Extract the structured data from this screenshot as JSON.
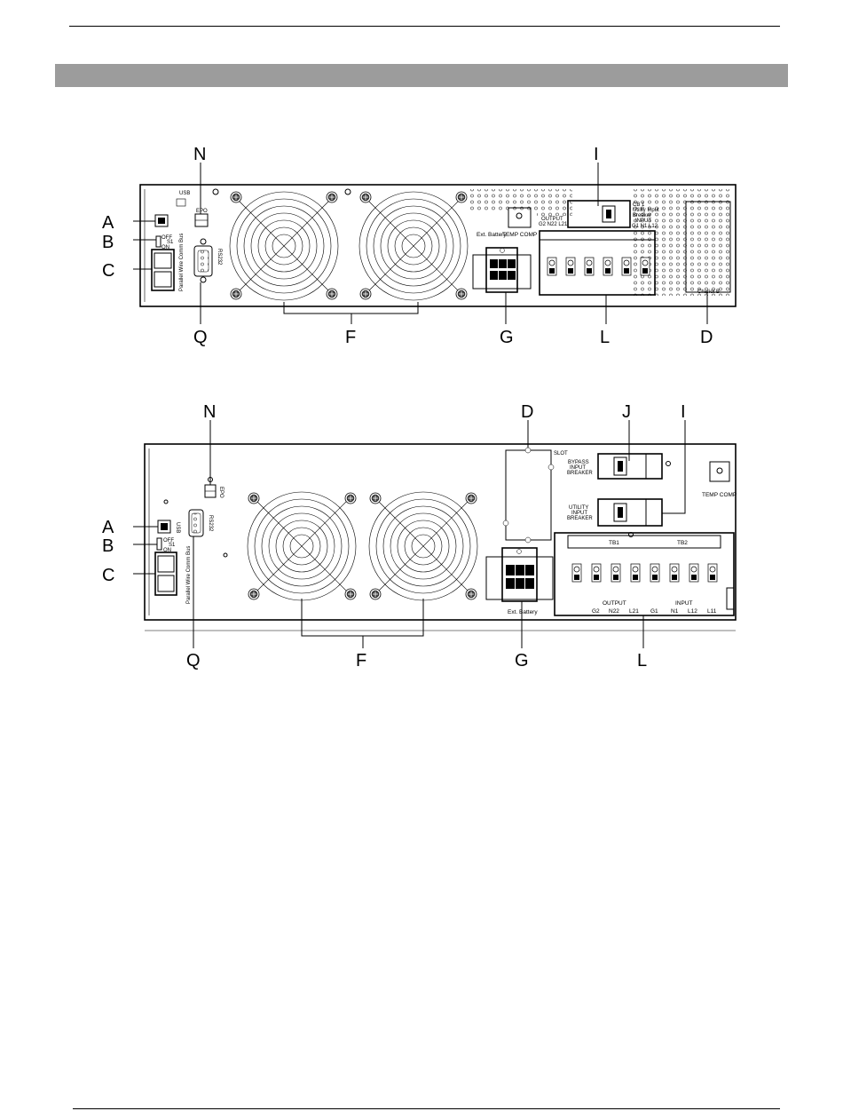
{
  "diagram_top": {
    "callouts": {
      "A": "A",
      "B": "B",
      "C": "C",
      "N": "N",
      "Q": "Q",
      "F": "F",
      "G": "G",
      "L": "L",
      "I": "I",
      "D": "D"
    },
    "labels": {
      "usb": "USB",
      "epo": "EPO",
      "rs232": "RS232",
      "switch_off": "OFF",
      "switch_s1": "S1",
      "switch_on": "ON",
      "parallel": "Parallel Wire Comm Bus",
      "ext_battery": "Ext. Battery",
      "temp_comp": "TEMP COMP",
      "output_title": "OUTPUT",
      "output_terminals": "G2  N22  L21",
      "input_title": "INPUT",
      "input_terminals": "G1   N1   L12",
      "cb1_line1": "CB 1",
      "cb1_line2": "Utility Input",
      "cb1_line3": "Breaker",
      "chariot": "Chariot B"
    }
  },
  "diagram_bottom": {
    "callouts": {
      "A": "A",
      "B": "B",
      "C": "C",
      "N": "N",
      "Q": "Q",
      "F": "F",
      "G": "G",
      "L": "L",
      "D": "D",
      "J": "J",
      "I": "I"
    },
    "labels": {
      "usb": "USB",
      "epo": "EPO",
      "rs232": "RS232",
      "switch_off": "OFF",
      "switch_s1": "S1",
      "switch_on": "ON",
      "parallel": "Parallel Wire Comm Bus",
      "slot": "SLOT",
      "bypass_line1": "BYPASS",
      "bypass_line2": "INPUT",
      "bypass_line3": "BREAKER",
      "utility_line1": "UTILITY",
      "utility_line2": "INPUT",
      "utility_line3": "BREAKER",
      "temp_comp": "TEMP COMP",
      "ext_battery": "Ext. Battery",
      "tb1": "TB1",
      "tb2": "TB2",
      "output_title": "OUTPUT",
      "input_title": "INPUT",
      "t_g2": "G2",
      "t_n22": "N22",
      "t_l21": "L21",
      "t_g1": "G1",
      "t_n1": "N1",
      "t_l12": "L12",
      "t_l11": "L11"
    }
  }
}
